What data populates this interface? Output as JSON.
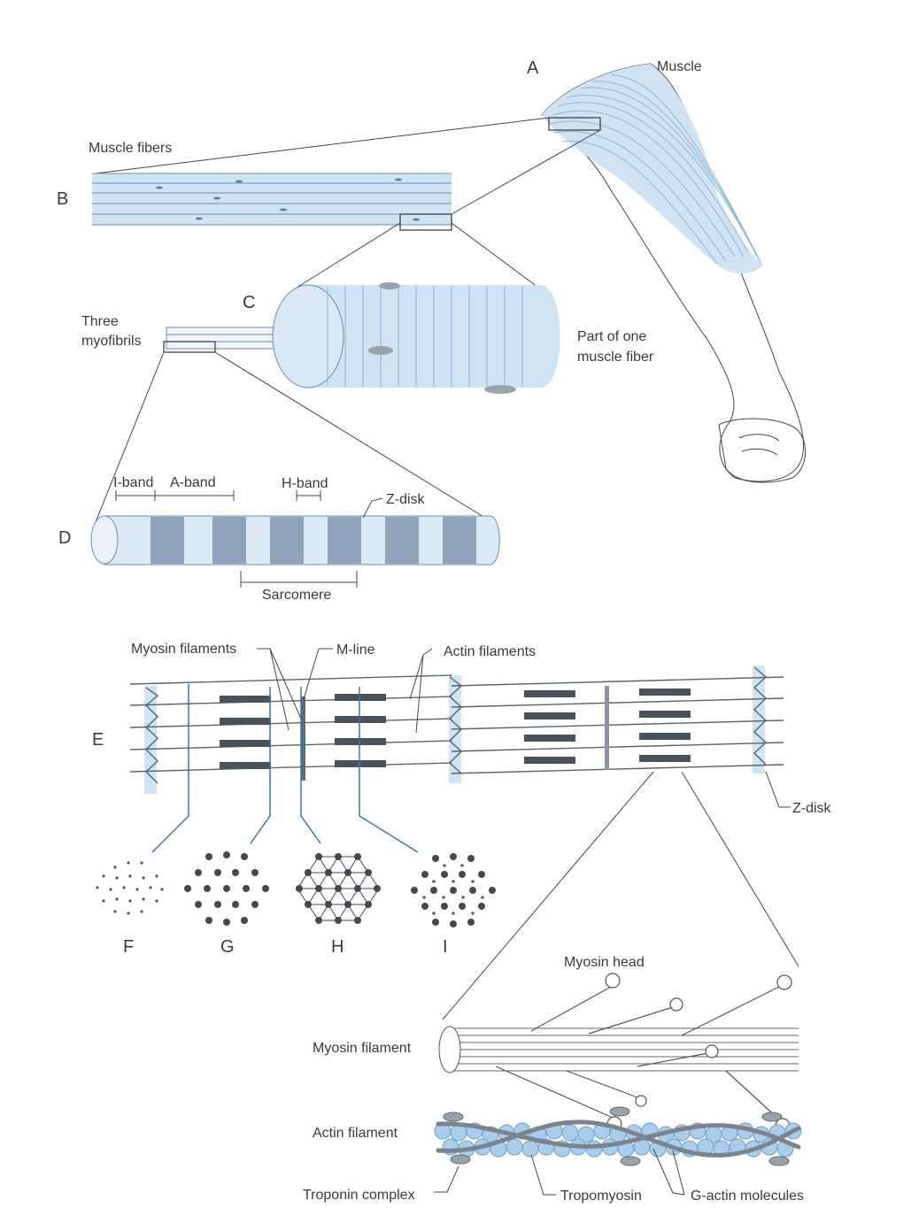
{
  "panels": {
    "a": "A",
    "b": "B",
    "c": "C",
    "d": "D",
    "e": "E",
    "f": "F",
    "g": "G",
    "h": "H",
    "i": "I"
  },
  "labels": {
    "muscle": "Muscle",
    "muscle_fibers": "Muscle fibers",
    "three_myofibrils": [
      "Three",
      "myofibrils"
    ],
    "part_of_fiber": [
      "Part of one",
      "muscle fiber"
    ],
    "i_band": "I-band",
    "a_band": "A-band",
    "h_band": "H-band",
    "z_disk_d": "Z-disk",
    "sarcomere": "Sarcomere",
    "myosin_filaments": "Myosin filaments",
    "m_line": "M-line",
    "actin_filaments": "Actin filaments",
    "z_disk_e": "Z-disk",
    "myosin_head": "Myosin head",
    "myosin_filament": "Myosin filament",
    "actin_filament": "Actin filament",
    "troponin_complex": "Troponin complex",
    "tropomyosin": "Tropomyosin",
    "g_actin": "G-actin molecules"
  },
  "colors": {
    "muscle_blue": "#cfe3f3",
    "line_blue": "#8fb6d9",
    "cross_section_line": "#3b73b8",
    "dark": "#555b63"
  }
}
